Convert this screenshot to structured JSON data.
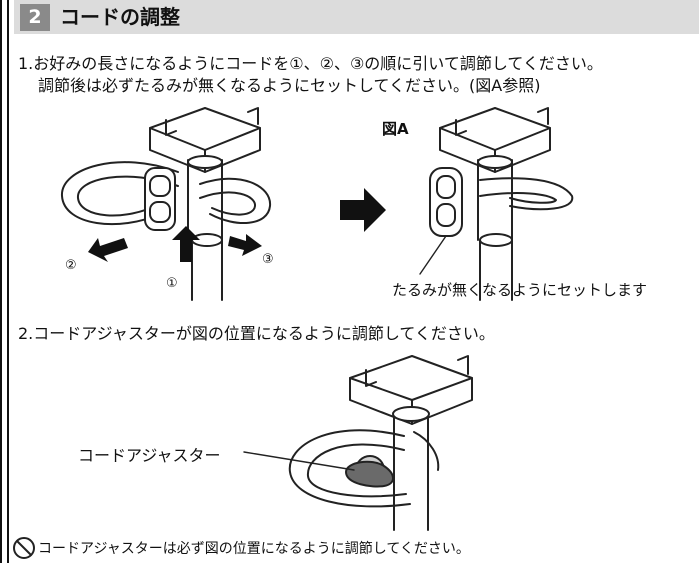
{
  "section": {
    "number": "2",
    "title": "コードの調整"
  },
  "step1": {
    "line1": "1.お好みの長さになるようにコードを①、②、③の順に引いて調節してください。",
    "line2": "調節後は必ずたるみが無くなるようにセットしてください。(図A参照)"
  },
  "figure_a": {
    "label": "図A",
    "caption": "たるみが無くなるようにセットします"
  },
  "pull_markers": [
    "①",
    "②",
    "③"
  ],
  "step2": {
    "text": "2.コードアジャスターが図の位置になるように調節してください。"
  },
  "figure_b": {
    "label": "コードアジャスター"
  },
  "warning": {
    "icon": "prohibition-icon",
    "text": "コードアジャスターは必ず図の位置になるように調節してください。"
  }
}
